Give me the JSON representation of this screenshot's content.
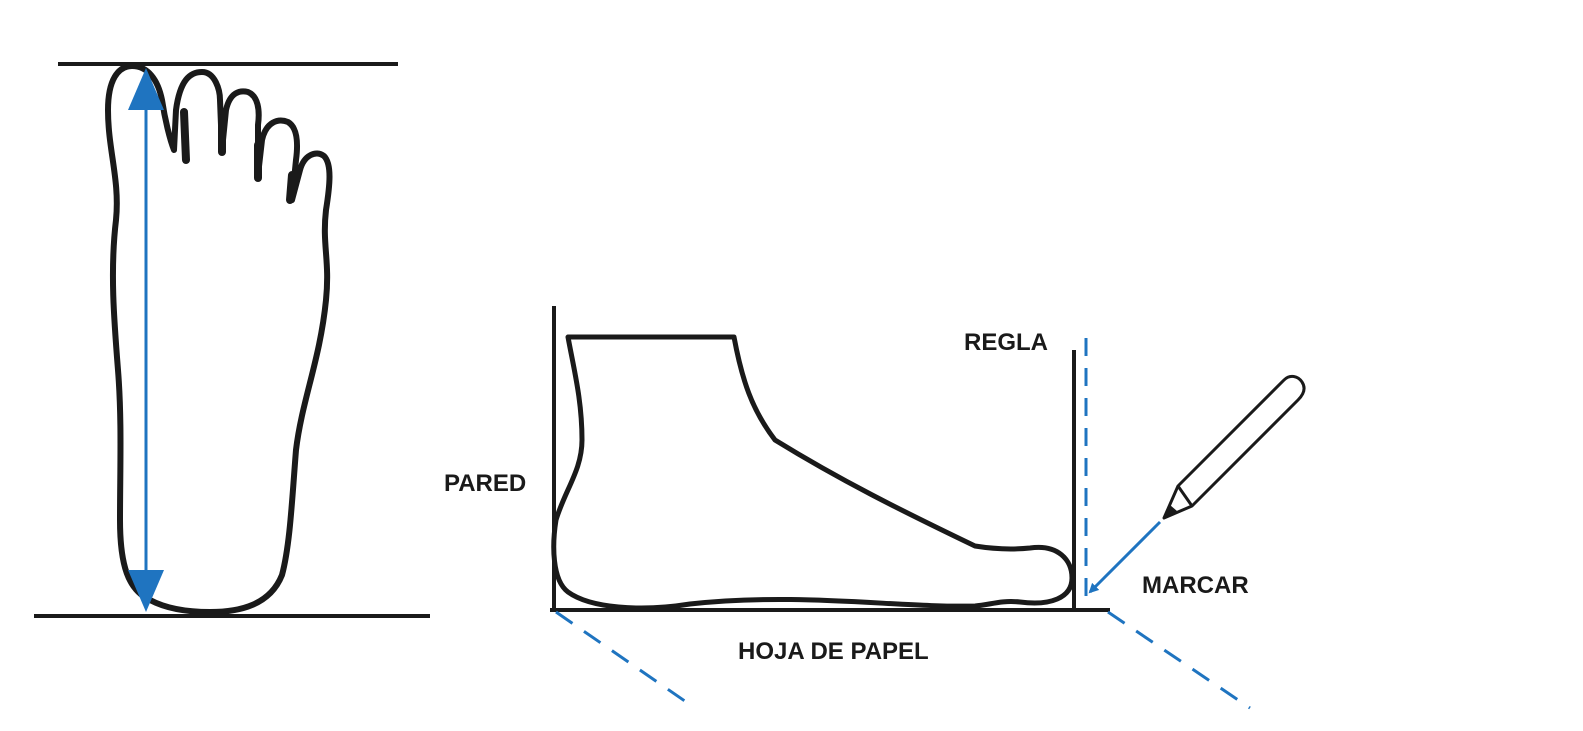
{
  "labels": {
    "wall": "PARED",
    "ruler": "REGLA",
    "mark": "MARCAR",
    "paper": "HOJA DE PAPEL"
  },
  "colors": {
    "outline": "#1a1a1a",
    "accent": "#1f74c0",
    "background": "#ffffff"
  },
  "icons": [
    "pencil-icon",
    "arrow-icon"
  ]
}
